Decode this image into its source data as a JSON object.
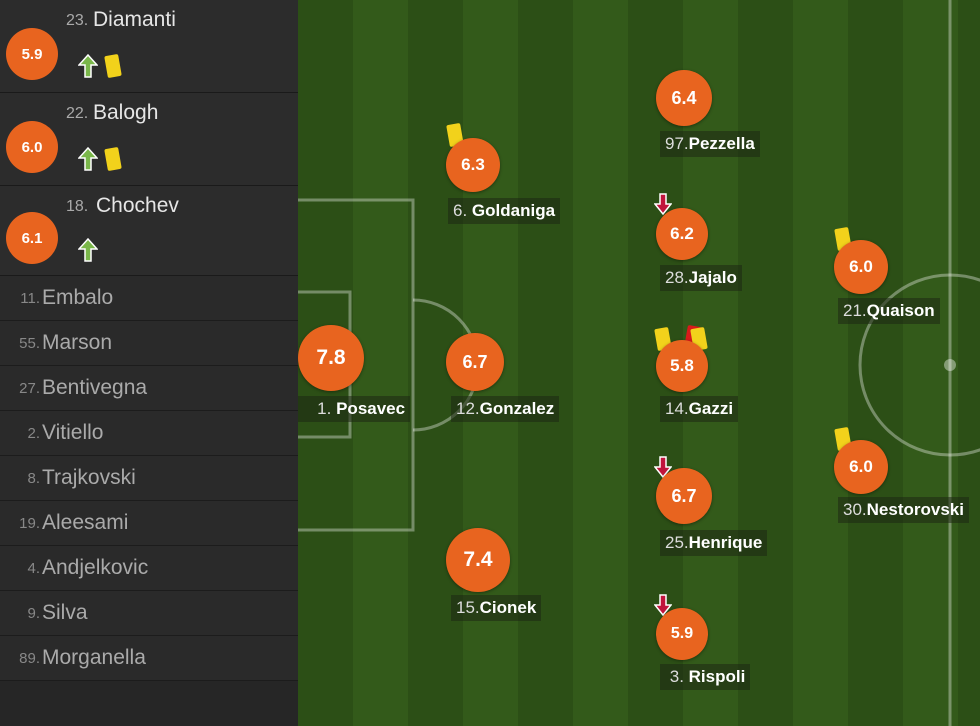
{
  "colors": {
    "rating": "#e8641f",
    "pitch_dark": "#2c4f16",
    "pitch_light": "#335a1a",
    "sub_in_arrow": "#7ab74a",
    "sub_out_arrow": "#c0143c",
    "yellow_card": "#f2d21b",
    "red_card": "#d81a1a"
  },
  "substitutes_used": [
    {
      "rating": "5.9",
      "number": "23.",
      "name": "Diamanti",
      "icons": [
        "sub-in-arrow-icon",
        "yellow-card-icon"
      ]
    },
    {
      "rating": "6.0",
      "number": "22.",
      "name": "Balogh",
      "icons": [
        "sub-in-arrow-icon",
        "yellow-card-icon"
      ]
    },
    {
      "rating": "6.1",
      "number": "18.",
      "name": "Chochev",
      "icons": [
        "sub-in-arrow-icon"
      ]
    }
  ],
  "bench": [
    {
      "number": "11.",
      "name": "Embalo"
    },
    {
      "number": "55.",
      "name": "Marson"
    },
    {
      "number": "27.",
      "name": "Bentivegna"
    },
    {
      "number": "2.",
      "name": "Vitiello"
    },
    {
      "number": "8.",
      "name": "Trajkovski"
    },
    {
      "number": "19.",
      "name": "Aleesami"
    },
    {
      "number": "4.",
      "name": "Andjelkovic"
    },
    {
      "number": "9.",
      "name": "Silva"
    },
    {
      "number": "89.",
      "name": "Morganella"
    }
  ],
  "players": [
    {
      "rating": "7.8",
      "number": "1.",
      "name": "Posavec",
      "icons": []
    },
    {
      "rating": "6.3",
      "number": "6.",
      "name": "Goldaniga",
      "icons": [
        "yellow-card-icon"
      ]
    },
    {
      "rating": "6.7",
      "number": "12.",
      "name": "Gonzalez",
      "icons": []
    },
    {
      "rating": "7.4",
      "number": "15.",
      "name": "Cionek",
      "icons": []
    },
    {
      "rating": "6.4",
      "number": "97.",
      "name": "Pezzella",
      "icons": []
    },
    {
      "rating": "6.2",
      "number": "28.",
      "name": "Jajalo",
      "icons": [
        "sub-out-arrow-icon"
      ]
    },
    {
      "rating": "5.8",
      "number": "14.",
      "name": "Gazzi",
      "icons": [
        "yellow-card-icon",
        "second-yellow-red-card-icon"
      ]
    },
    {
      "rating": "6.7",
      "number": "25.",
      "name": "Henrique",
      "icons": [
        "sub-out-arrow-icon"
      ]
    },
    {
      "rating": "5.9",
      "number": "3.",
      "name": "Rispoli",
      "icons": [
        "sub-out-arrow-icon"
      ]
    },
    {
      "rating": "6.0",
      "number": "21.",
      "name": "Quaison",
      "icons": [
        "yellow-card-icon"
      ]
    },
    {
      "rating": "6.0",
      "number": "30.",
      "name": "Nestorovski",
      "icons": [
        "yellow-card-icon"
      ]
    }
  ]
}
